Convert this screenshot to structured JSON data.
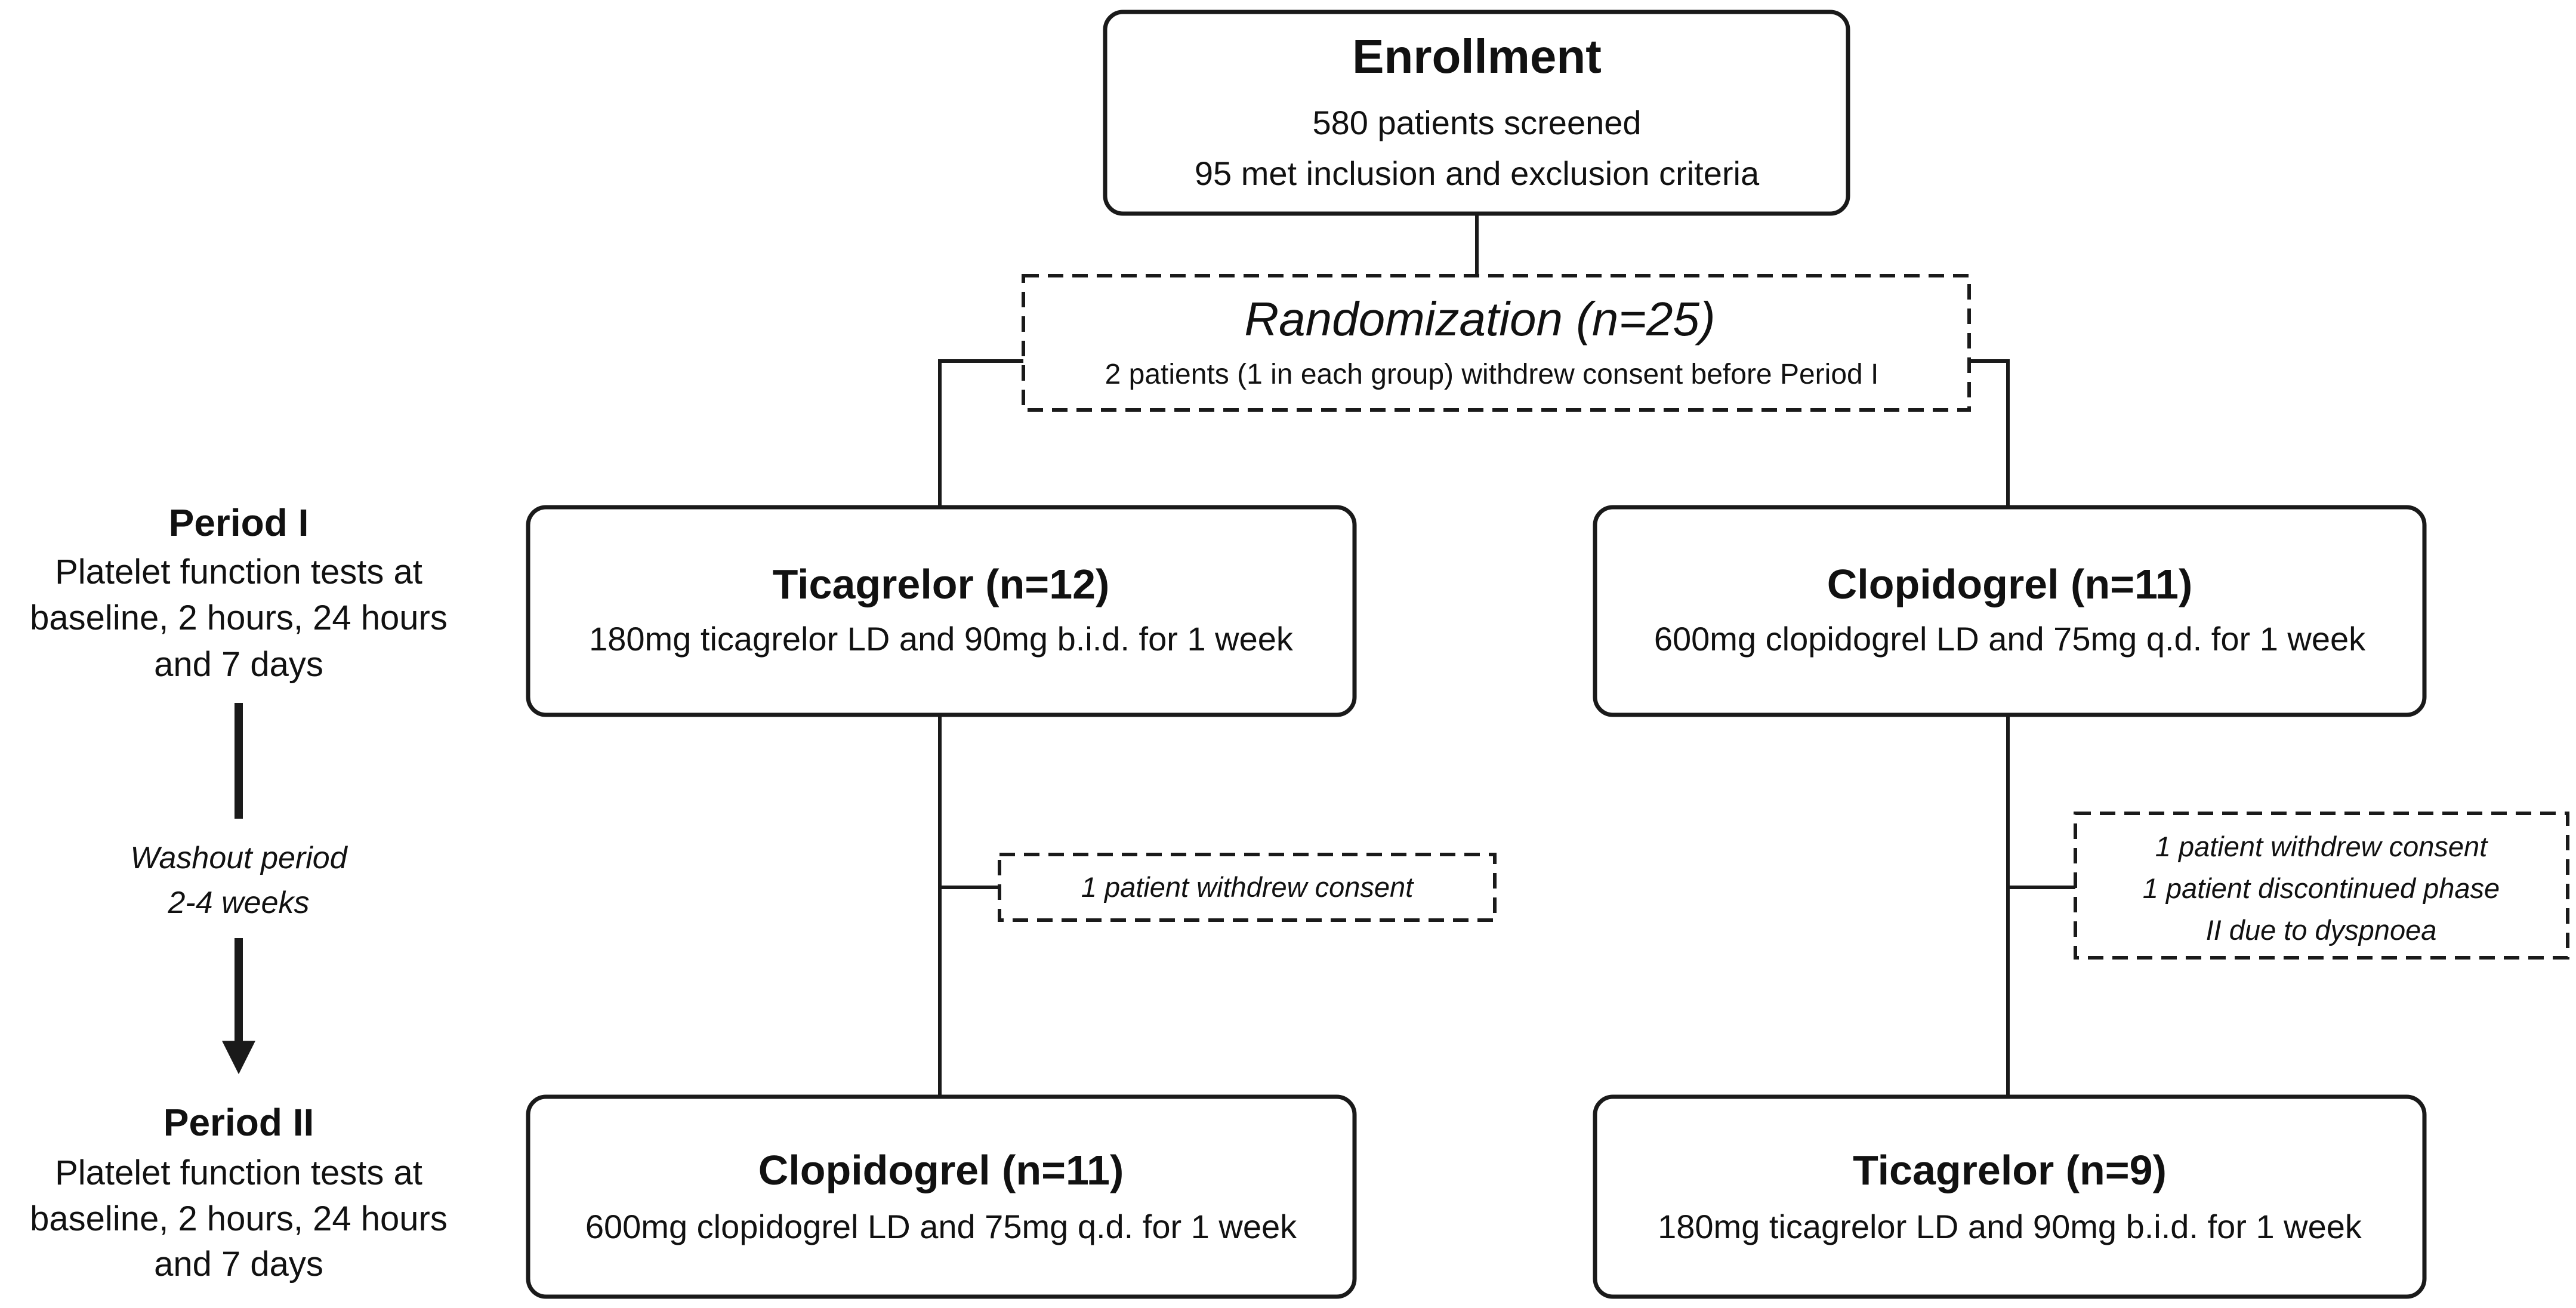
{
  "enrollment": {
    "title": "Enrollment",
    "lines": [
      "580 patients screened",
      "95 met inclusion and exclusion criteria"
    ]
  },
  "randomization": {
    "title": "Randomization (n=25)",
    "note": "2 patients (1 in each group) withdrew consent before Period I"
  },
  "period1": {
    "label": "Period I",
    "lines": [
      "Platelet function tests at",
      "baseline, 2 hours, 24 hours",
      "and 7 days"
    ],
    "left": {
      "title": "Ticagrelor (n=12)",
      "desc": "180mg ticagrelor LD and 90mg b.i.d. for 1 week"
    },
    "right": {
      "title": "Clopidogrel (n=11)",
      "desc": "600mg clopidogrel LD and 75mg q.d. for 1 week"
    }
  },
  "washout": {
    "lines": [
      "Washout period",
      "2-4 weeks"
    ],
    "left_note": "1 patient withdrew consent",
    "right_note": [
      "1 patient withdrew consent",
      "1 patient discontinued phase",
      "II due to dyspnoea"
    ]
  },
  "period2": {
    "label": "Period II",
    "lines": [
      "Platelet function tests at",
      "baseline, 2 hours, 24 hours",
      "and 7 days"
    ],
    "left": {
      "title": "Clopidogrel (n=11)",
      "desc": "600mg clopidogrel LD and 75mg q.d. for 1 week"
    },
    "right": {
      "title": "Ticagrelor (n=9)",
      "desc": "180mg ticagrelor LD and 90mg b.i.d. for 1 week"
    }
  }
}
